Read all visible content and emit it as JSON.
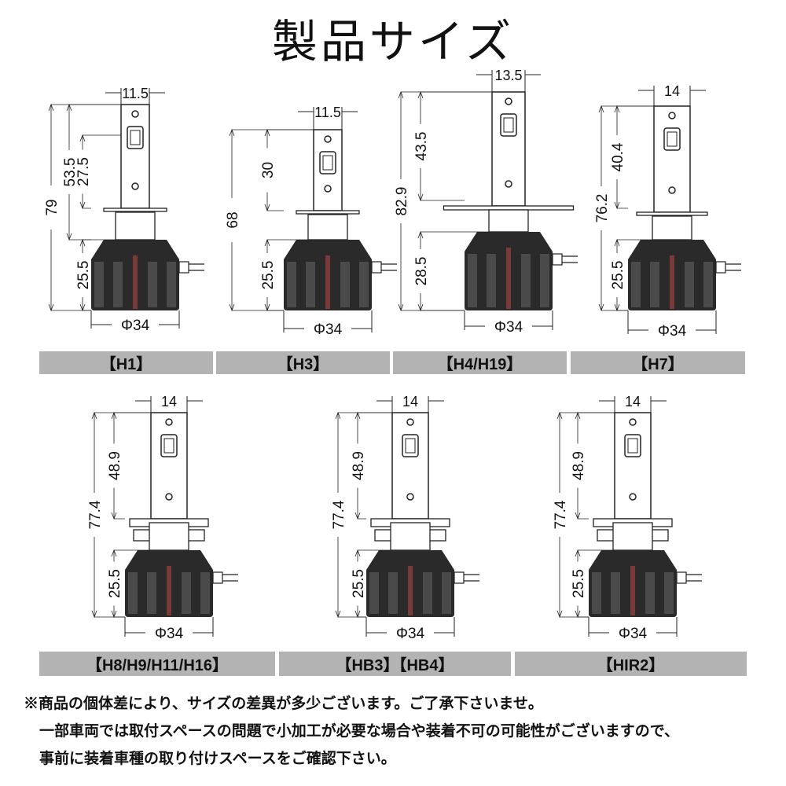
{
  "title": "製品サイズ",
  "panels": [
    {
      "label": "【H1】",
      "width": "11.5",
      "dims": [
        "79",
        "53.5",
        "27.5",
        "25.5"
      ],
      "diameter": "Φ34"
    },
    {
      "label": "【H3】",
      "width": "11.5",
      "dims": [
        "68",
        "30",
        "25.5"
      ],
      "diameter": "Φ34"
    },
    {
      "label": "【H4/H19】",
      "width": "13.5",
      "dims": [
        "82.9",
        "43.5",
        "28.5"
      ],
      "diameter": "Φ34"
    },
    {
      "label": "【H7】",
      "width": "14",
      "dims": [
        "76.2",
        "40.4",
        "25.5"
      ],
      "diameter": "Φ34"
    },
    {
      "label": "【H8/H9/H11/H16】",
      "width": "14",
      "dims": [
        "77.4",
        "48.9",
        "25.5"
      ],
      "diameter": "Φ34"
    },
    {
      "label": "【HB3】【HB4】",
      "width": "14",
      "dims": [
        "77.4",
        "48.9",
        "25.5"
      ],
      "diameter": "Φ34"
    },
    {
      "label": "【HIR2】",
      "width": "14",
      "dims": [
        "77.4",
        "48.9",
        "25.5"
      ],
      "diameter": "Φ34"
    }
  ],
  "notes": [
    "※商品の個体差により、サイズの差異が多少ございます。ご了承下さいませ。",
    "一部車両では取付スペースの問題で小加工が必要な場合や装着不可の可能性がございますので、",
    "事前に装着車種の取り付けスペースをご確認下さい。"
  ]
}
